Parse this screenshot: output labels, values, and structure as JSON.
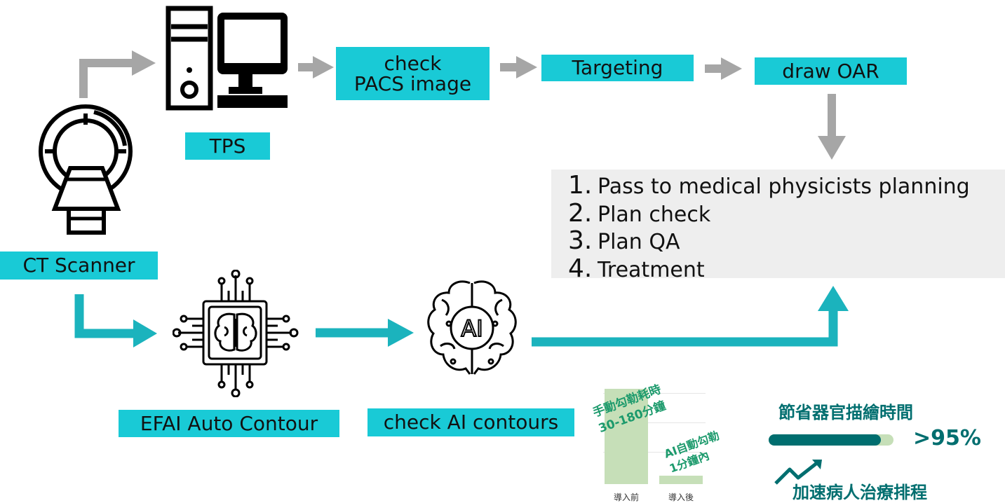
{
  "nodes": {
    "tps": "TPS",
    "check_pacs": [
      "check",
      "PACS image"
    ],
    "targeting": "Targeting",
    "draw_oar": "draw OAR",
    "ct_scanner": "CT Scanner",
    "efai": "EFAI Auto Contour",
    "check_ai": "check AI contours",
    "ai_chip_text": "AI"
  },
  "steps": [
    {
      "num": "1.",
      "text": "Pass to medical  physicists planning"
    },
    {
      "num": "2.",
      "text": "Plan check"
    },
    {
      "num": "3.",
      "text": "Plan QA"
    },
    {
      "num": "4.",
      "text": "Treatment"
    }
  ],
  "comparison": {
    "before_label": "手動勾勒耗時\n30-180分鐘",
    "after_label": "AI自動勾勒\n1分鐘內",
    "x_before": "導入前",
    "x_after": "導入後"
  },
  "savings": {
    "title": "節省器官描繪時間",
    "value": ">95%",
    "progress": 0.9,
    "subtitle": "加速病人治療排程"
  },
  "colors": {
    "teal_box": "#19cad6",
    "teal_arrow": "#1bb3bd",
    "gray_arrow": "#a6a6a6",
    "dark_teal": "#006e6f",
    "light_green": "#c6dfb8"
  }
}
